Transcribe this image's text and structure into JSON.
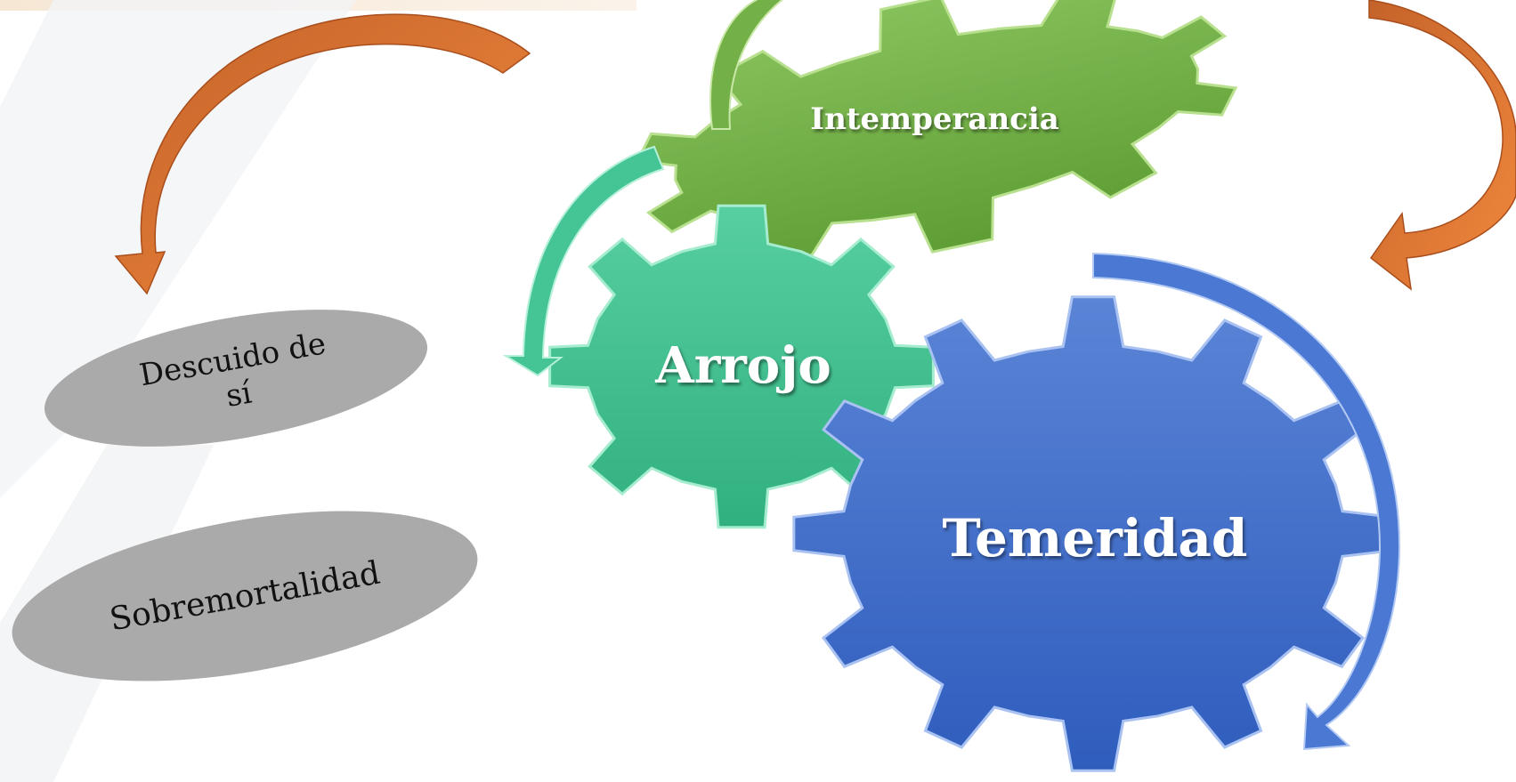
{
  "gears": {
    "intemperancia": "Intemperancia",
    "arrojo": "Arrojo",
    "temeridad": "Temeridad"
  },
  "ovals": {
    "descuido_line1": "Descuido de",
    "descuido_line2": "sí",
    "sobremortalidad": "Sobremortalidad"
  },
  "colors": {
    "green": "#6aaa3f",
    "teal": "#3dbd8c",
    "blue": "#3f6cc9",
    "orange": "#e8803a",
    "gray": "#aaaaaa"
  }
}
